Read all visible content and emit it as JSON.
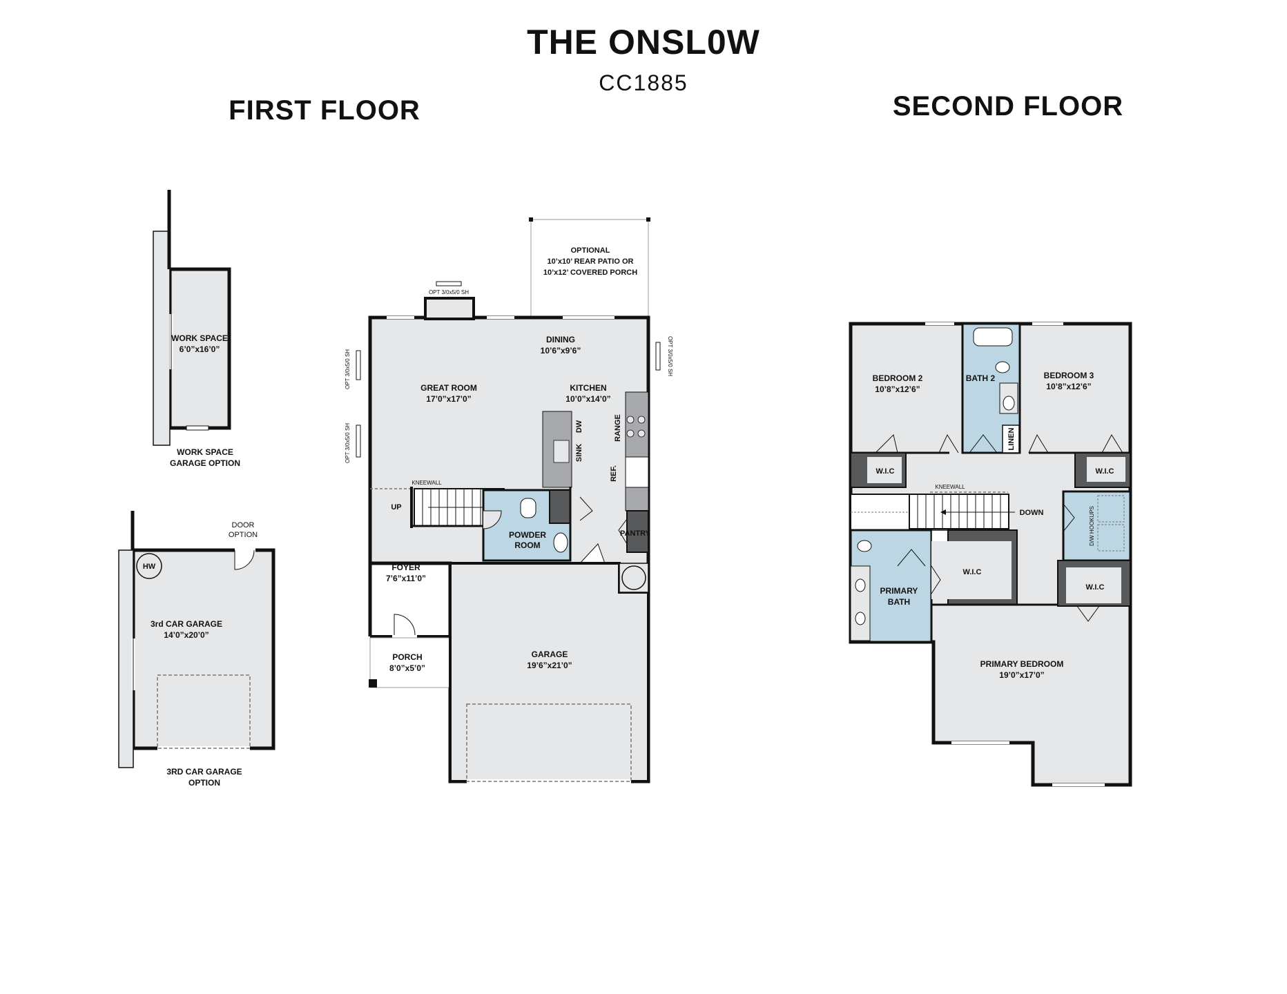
{
  "title": "THE ONSL0W",
  "subtitle": "CC1885",
  "first_floor": {
    "heading": "FIRST FLOOR",
    "work_space": {
      "name": "WORK SPACE",
      "dims": "6’0”x16’0”",
      "caption1": "WORK SPACE",
      "caption2": "GARAGE OPTION"
    },
    "third_garage": {
      "name": "3rd CAR GARAGE",
      "dims": "14’0”x20’0”",
      "hw": "HW",
      "door1": "DOOR",
      "door2": "OPTION",
      "caption1": "3RD CAR GARAGE",
      "caption2": "OPTION"
    },
    "patio": {
      "line1": "OPTIONAL",
      "line2": "10’x10’ REAR PATIO OR",
      "line3": "10’x12’ COVERED PORCH"
    },
    "window_top": "OPT 3/0x5/0 SH",
    "window_left1": "OPT 3/0x5/0 SH",
    "window_left2": "OPT 3/0x5/0 SH",
    "window_right": "OPT 3/0x5/0 SH",
    "dining": {
      "name": "DINING",
      "dims": "10’6”x9’6”"
    },
    "great_room": {
      "name": "GREAT ROOM",
      "dims": "17’0”x17’0”"
    },
    "kitchen": {
      "name": "KITCHEN",
      "dims": "10’0”x14’0”"
    },
    "dw": "DW",
    "sink": "SINK",
    "range": "RANGE",
    "ref": "REF.",
    "kneewall": "KNEEWALL",
    "up": "UP",
    "powder1": "POWDER",
    "powder2": "ROOM",
    "pantry": "PANTRY",
    "foyer": {
      "name": "FOYER",
      "dims": "7’6”x11’0”"
    },
    "porch": {
      "name": "PORCH",
      "dims": "8’0”x5’0”"
    },
    "garage": {
      "name": "GARAGE",
      "dims": "19’6”x21’0”"
    }
  },
  "second_floor": {
    "heading": "SECOND FLOOR",
    "bedroom2": {
      "name": "BEDROOM 2",
      "dims": "10’8”x12’6”"
    },
    "bath2": "BATH 2",
    "linen": "LINEN",
    "bedroom3": {
      "name": "BEDROOM 3",
      "dims": "10’8”x12’6”"
    },
    "wic": "W.I.C",
    "kneewall": "KNEEWALL",
    "down": "DOWN",
    "dw_hookups": "D/W HOOKUPS",
    "primary_bath1": "PRIMARY",
    "primary_bath2": "BATH",
    "primary_bedroom": {
      "name": "PRIMARY BEDROOM",
      "dims": "19’0”x17’0”"
    }
  },
  "colors": {
    "floor": "#e6e7e8",
    "wet": "#bcd6e3",
    "wall": "#111111",
    "dark": "#58595b"
  }
}
